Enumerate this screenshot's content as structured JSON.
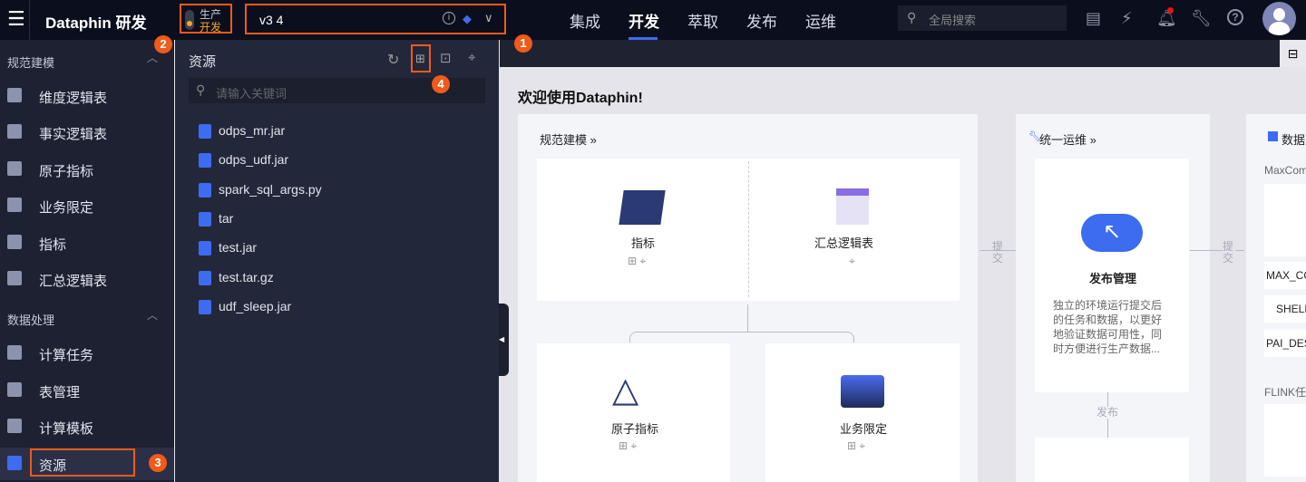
{
  "topbar": {
    "menu_icon": "hamburger-icon",
    "app_title": "Dataphin 研发",
    "env": {
      "prod": "生产",
      "dev": "开发"
    },
    "project": "v3  4",
    "nav": [
      "集成",
      "开发",
      "萃取",
      "发布",
      "运维"
    ],
    "active_nav": "开发",
    "search_placeholder": "全局搜索",
    "icons": [
      "task-search-icon",
      "alarm-icon",
      "bell-icon",
      "tools-icon",
      "help-icon",
      "avatar"
    ],
    "accent": "#f05a1a"
  },
  "sidebar": {
    "sections": [
      {
        "title": "规范建模",
        "items": [
          "维度逻辑表",
          "事实逻辑表",
          "原子指标",
          "业务限定",
          "指标",
          "汇总逻辑表"
        ]
      },
      {
        "title": "数据处理",
        "items": [
          "计算任务",
          "表管理",
          "计算模板",
          "资源"
        ]
      }
    ],
    "active": "资源"
  },
  "files": {
    "title": "资源",
    "search_placeholder": "请输入关键词",
    "items": [
      "odps_mr.jar",
      "odps_udf.jar",
      "spark_sql_args.py",
      "tar",
      "test.jar",
      "test.tar.gz",
      "udf_sleep.jar"
    ]
  },
  "badges": [
    "1",
    "2",
    "3",
    "4"
  ],
  "main": {
    "welcome": "欢迎使用Dataphin!",
    "modeling": {
      "title": "规范建模 »",
      "metric": "指标",
      "summary": "汇总逻辑表",
      "atomic": "原子指标",
      "biz": "业务限定"
    },
    "submit": "提交",
    "ops": {
      "title": "统一运维 »",
      "publish_mgmt": "发布管理",
      "desc": "独立的环境运行提交后的任务和数据，以更好地验证数据可用性，同时方便进行生产数据...",
      "publish": "发布"
    },
    "data": {
      "title": "数据处",
      "maxcompute": "MaxCom",
      "rows": [
        "MAX_CO",
        "SHELL",
        "PAI_DES"
      ],
      "flink": "FLINK任"
    }
  }
}
